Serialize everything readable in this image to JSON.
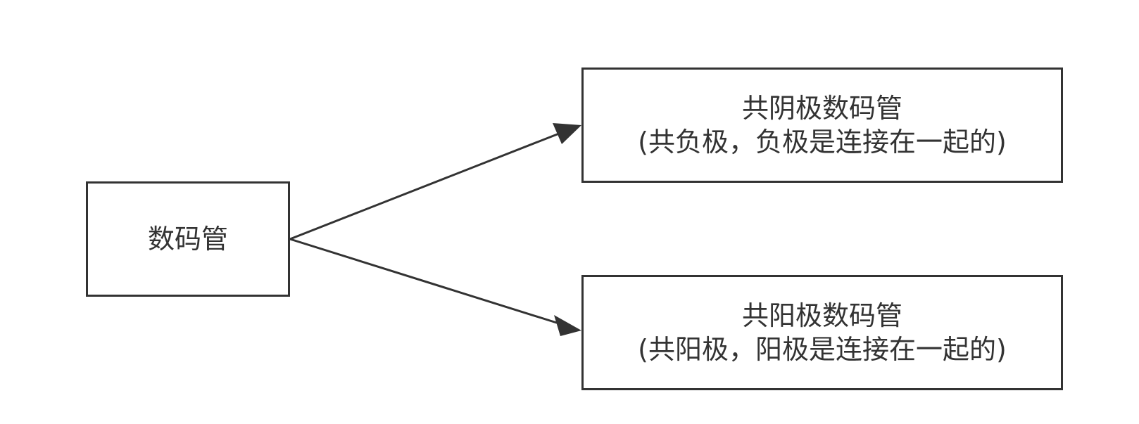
{
  "diagram": {
    "nodes": {
      "root": {
        "label": "数码管"
      },
      "common_cathode": {
        "title": "共阴极数码管",
        "subtitle": "(共负极，负极是连接在一起的)"
      },
      "common_anode": {
        "title": "共阳极数码管",
        "subtitle": "(共阳极，阳极是连接在一起的)"
      }
    },
    "edges": [
      {
        "from": "root",
        "to": "common_cathode"
      },
      {
        "from": "root",
        "to": "common_anode"
      }
    ],
    "colors": {
      "stroke": "#333333",
      "text": "#333333",
      "background": "#ffffff"
    }
  }
}
